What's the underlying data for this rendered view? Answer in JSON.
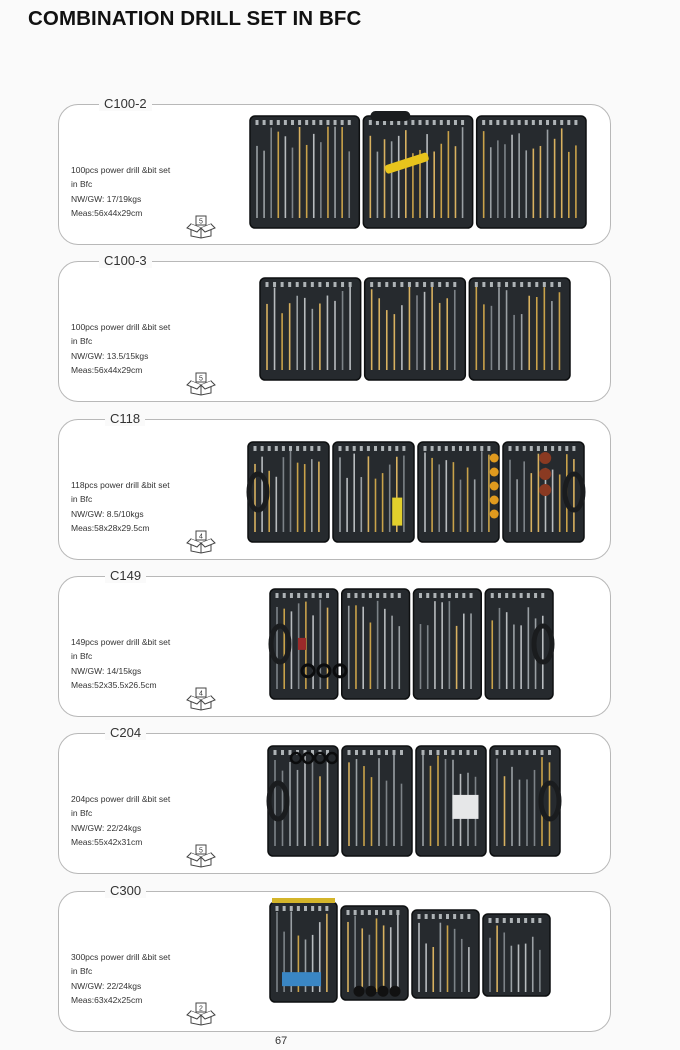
{
  "title": "COMBINATION DRILL SET IN BFC",
  "page_number": "67",
  "products": [
    {
      "code": "C100-2",
      "desc": "100pcs power drill &bit set",
      "pack": "in Bfc",
      "weight": "NW/GW: 17/19kgs",
      "meas": "Meas:56x44x29cm",
      "carton_qty": "5"
    },
    {
      "code": "C100-3",
      "desc": "100pcs power drill &bit set",
      "pack": "in Bfc",
      "weight": "NW/GW: 13.5/15kgs",
      "meas": "Meas:56x44x29cm",
      "carton_qty": "5"
    },
    {
      "code": "C118",
      "desc": "118pcs power drill &bit set",
      "pack": "in Bfc",
      "weight": "NW/GW: 8.5/10kgs",
      "meas": "Meas:58x28x29.5cm",
      "carton_qty": "4"
    },
    {
      "code": "C149",
      "desc": "149pcs power drill &bit set",
      "pack": "in Bfc",
      "weight": "NW/GW: 14/15kgs",
      "meas": "Meas:52x35.5x26.5cm",
      "carton_qty": "4"
    },
    {
      "code": "C204",
      "desc": "204pcs power drill &bit set",
      "pack": "in Bfc",
      "weight": "NW/GW: 22/24kgs",
      "meas": "Meas:55x42x31cm",
      "carton_qty": "5"
    },
    {
      "code": "C300",
      "desc": "300pcs power drill &bit set",
      "pack": "in Bfc",
      "weight": "NW/GW: 22/24kgs",
      "meas": "Meas:63x42x25cm",
      "carton_qty": "2"
    }
  ]
}
